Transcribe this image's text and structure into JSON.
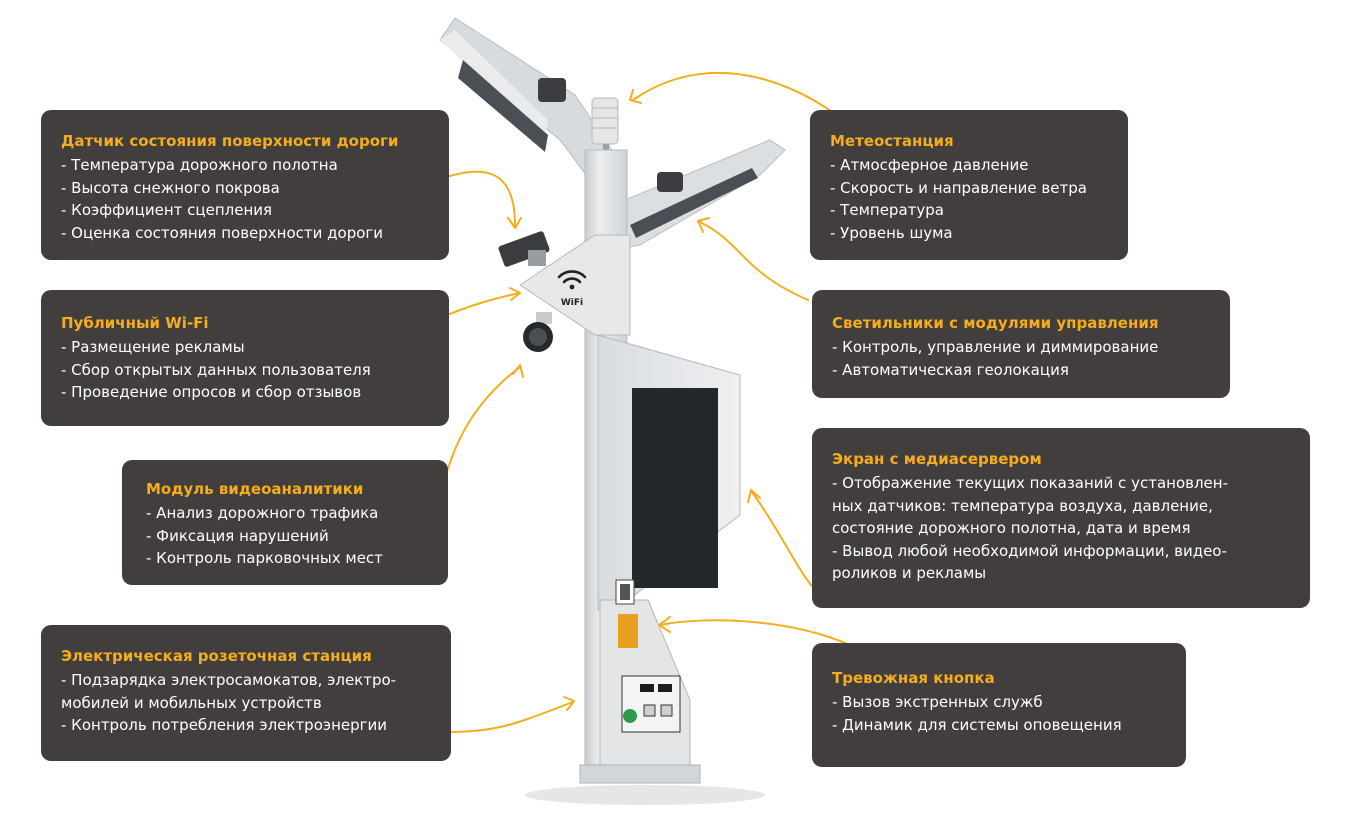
{
  "colors": {
    "card_bg": "#413e3d",
    "accent": "#f5ad1c",
    "text": "#ffffff",
    "pole": "#dfe1e3"
  },
  "device": {
    "wifi_label": "WiFi"
  },
  "cards": {
    "road_sensor": {
      "title": "Датчик состояния поверхности дороги",
      "items": [
        "- Температура дорожного полотна",
        "- Высота снежного покрова",
        "- Коэффициент сцепления",
        "- Оценка состояния поверхности дороги"
      ]
    },
    "weather": {
      "title": "Метеостанция",
      "items": [
        "- Атмосферное давление",
        "- Скорость и направление ветра",
        "- Температура",
        "- Уровень шума"
      ]
    },
    "wifi": {
      "title": "Публичный Wi-Fi",
      "items": [
        "- Размещение рекламы",
        "- Сбор открытых данных пользователя",
        "- Проведение опросов и сбор отзывов"
      ]
    },
    "lights": {
      "title": "Светильники с модулями управления",
      "items": [
        "- Контроль, управление и диммирование",
        "- Автоматическая геолокация"
      ]
    },
    "video": {
      "title": "Модуль видеоаналитики",
      "items": [
        "- Анализ дорожного трафика",
        "- Фиксация нарушений",
        "- Контроль парковочных мест"
      ]
    },
    "screen": {
      "title": "Экран  с медиасервером",
      "items": [
        "- Отображение текущих показаний с установлен-",
        "ных датчиков: температура воздуха, давление,",
        "состояние дорожного полотна, дата и время",
        "- Вывод любой необходимой информации, видео-",
        "роликов и рекламы"
      ]
    },
    "charging": {
      "title": "Электрическая розеточная станция",
      "items": [
        "- Подзарядка электросамокатов, электро-",
        "мобилей и мобильных устройств",
        "- Контроль потребления электроэнергии"
      ]
    },
    "alarm": {
      "title": "Тревожная кнопка",
      "items": [
        "- Вызов экстренных служб",
        "- Динамик для системы оповещения"
      ]
    }
  }
}
